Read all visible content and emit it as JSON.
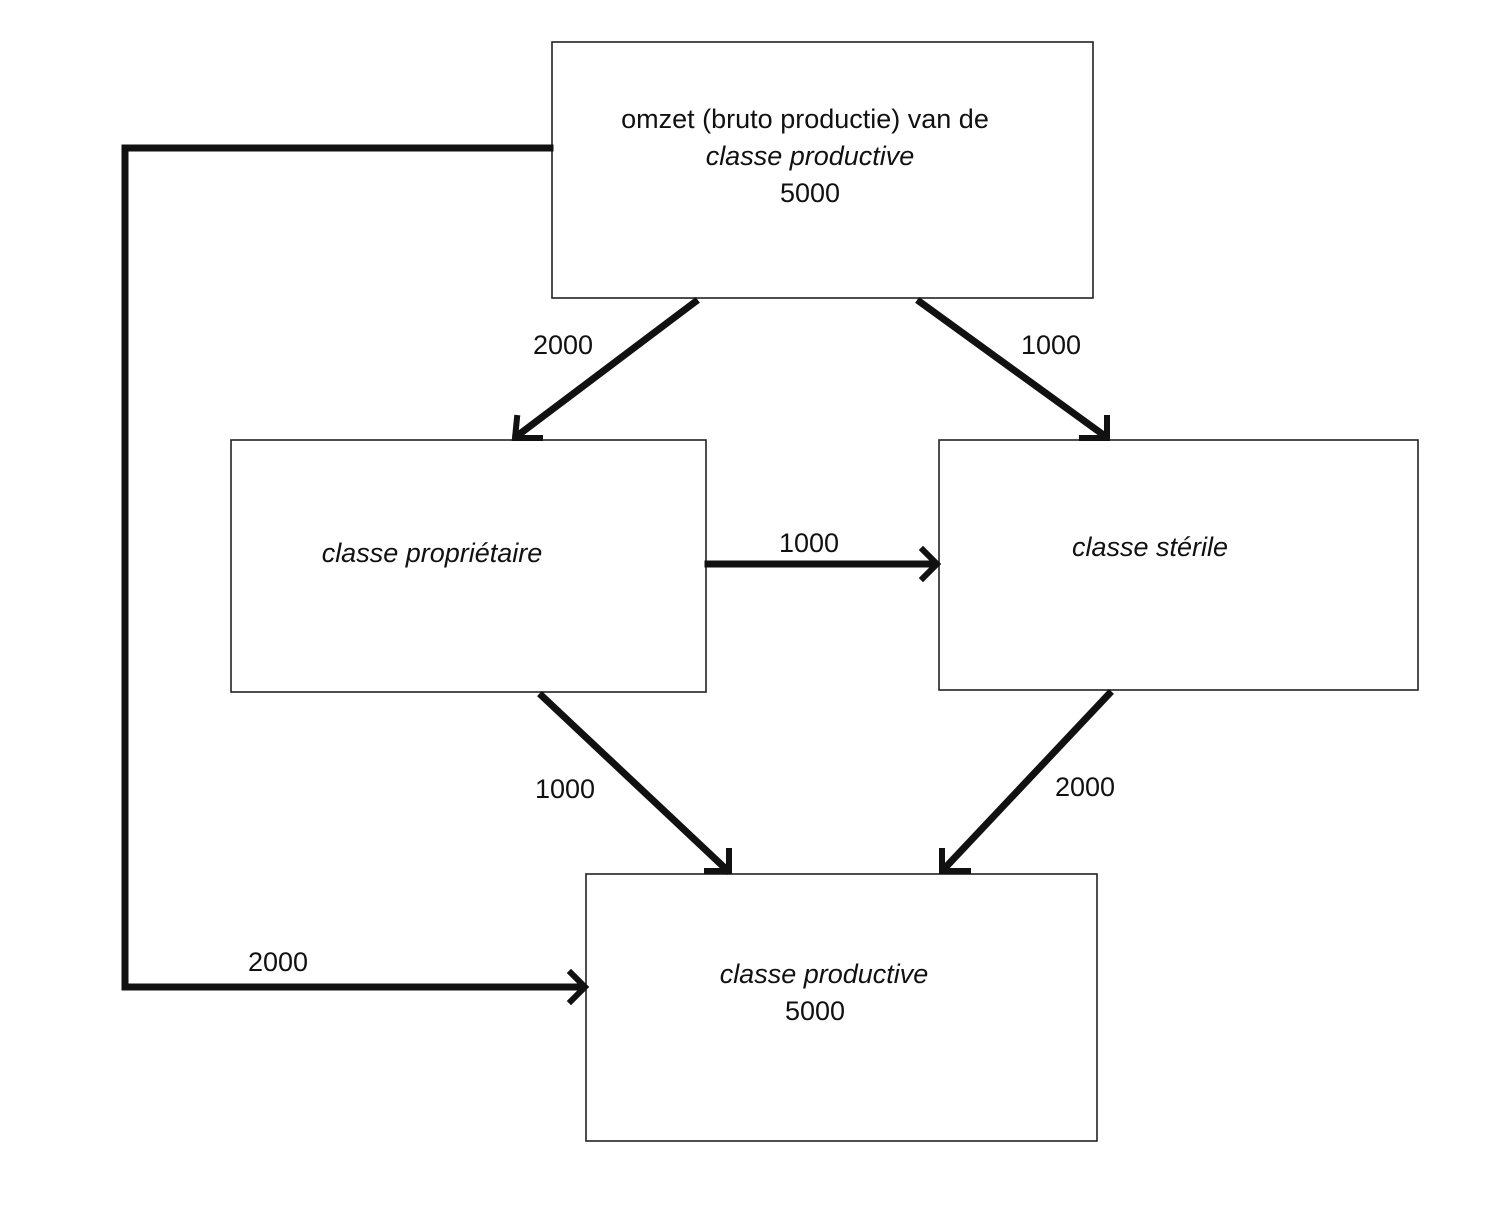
{
  "nodes": {
    "top": {
      "line1": "omzet (bruto productie) van de",
      "line2": "classe productive",
      "value": "5000"
    },
    "left": {
      "label": "classe propriétaire"
    },
    "right": {
      "label": "classe stérile"
    },
    "bottom": {
      "label": "classe productive",
      "value": "5000"
    }
  },
  "edges": {
    "top_to_left": {
      "value": "2000"
    },
    "top_to_right": {
      "value": "1000"
    },
    "left_to_right": {
      "value": "1000"
    },
    "left_to_bottom": {
      "value": "1000"
    },
    "right_to_bottom": {
      "value": "2000"
    },
    "top_to_bottom_loop": {
      "value": "2000"
    }
  }
}
